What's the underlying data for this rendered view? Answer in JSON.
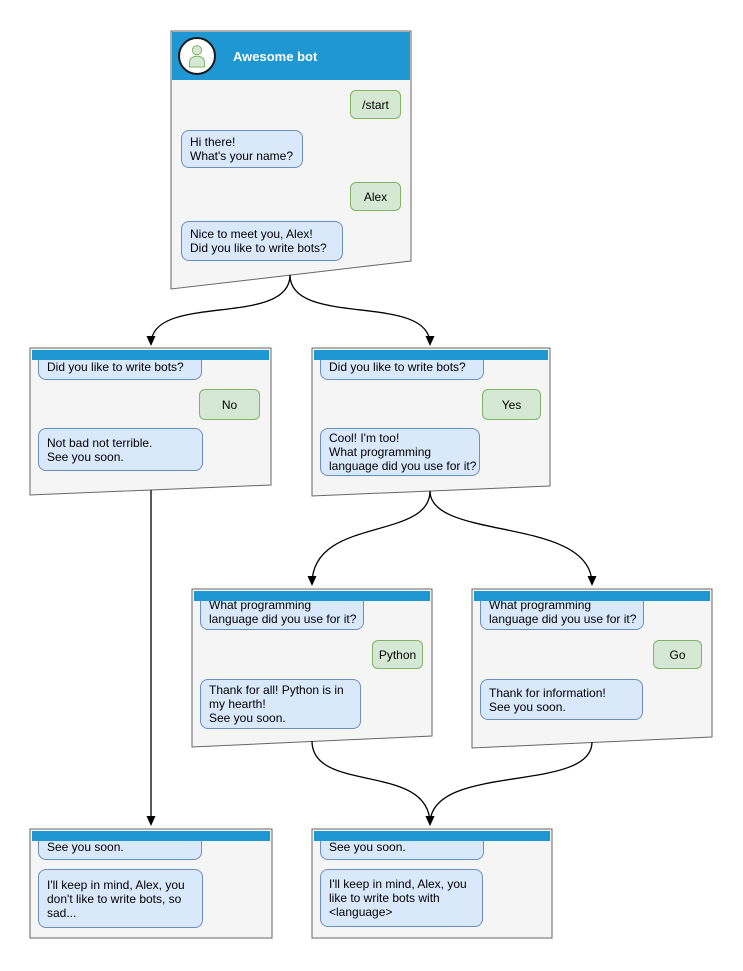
{
  "diagram": {
    "type": "chatbot-flowchart",
    "colors": {
      "header_blue": "#1e97d2",
      "bot_bubble_fill": "#dae8fc",
      "bot_bubble_border": "#6c8ebf",
      "user_bubble_fill": "#d5e8d4",
      "user_bubble_border": "#82b366",
      "window_fill": "#f5f5f5",
      "window_border": "#666666",
      "arrow": "#000000"
    },
    "icons": {
      "avatar": "person-icon"
    },
    "windows": [
      {
        "title": "Awesome bot",
        "messages": [
          {
            "from": "user",
            "text": "/start"
          },
          {
            "from": "bot",
            "text": "Hi there!\nWhat's your name?"
          },
          {
            "from": "user",
            "text": "Alex"
          },
          {
            "from": "bot",
            "text": "Nice to meet you, Alex!\nDid you like to write bots?"
          }
        ]
      },
      {
        "messages": [
          {
            "from": "bot",
            "text": "Did you like to write bots?"
          },
          {
            "from": "user",
            "text": "No"
          },
          {
            "from": "bot",
            "text": "Not bad not terrible.\nSee you soon."
          }
        ]
      },
      {
        "messages": [
          {
            "from": "bot",
            "text": "Did you like to write bots?"
          },
          {
            "from": "user",
            "text": "Yes"
          },
          {
            "from": "bot",
            "text": "Cool! I'm too!\nWhat programming\nlanguage did you use for it?"
          }
        ]
      },
      {
        "messages": [
          {
            "from": "bot",
            "text": "What programming\nlanguage did you use for it?"
          },
          {
            "from": "user",
            "text": "Python"
          },
          {
            "from": "bot",
            "text": "Thank for all! Python is in\nmy hearth!\nSee you soon."
          }
        ]
      },
      {
        "messages": [
          {
            "from": "bot",
            "text": "What programming\nlanguage did you use for it?"
          },
          {
            "from": "user",
            "text": "Go"
          },
          {
            "from": "bot",
            "text": "Thank for information!\nSee you soon."
          }
        ]
      },
      {
        "messages": [
          {
            "from": "bot",
            "text": "See you soon."
          },
          {
            "from": "bot",
            "text": "I'll keep in mind, Alex, you\ndon't like to write bots, so\nsad..."
          }
        ]
      },
      {
        "messages": [
          {
            "from": "bot",
            "text": "See you soon."
          },
          {
            "from": "bot",
            "text": "I'll keep in mind, Alex, you\nlike to write bots with\n<language>"
          }
        ]
      }
    ]
  }
}
